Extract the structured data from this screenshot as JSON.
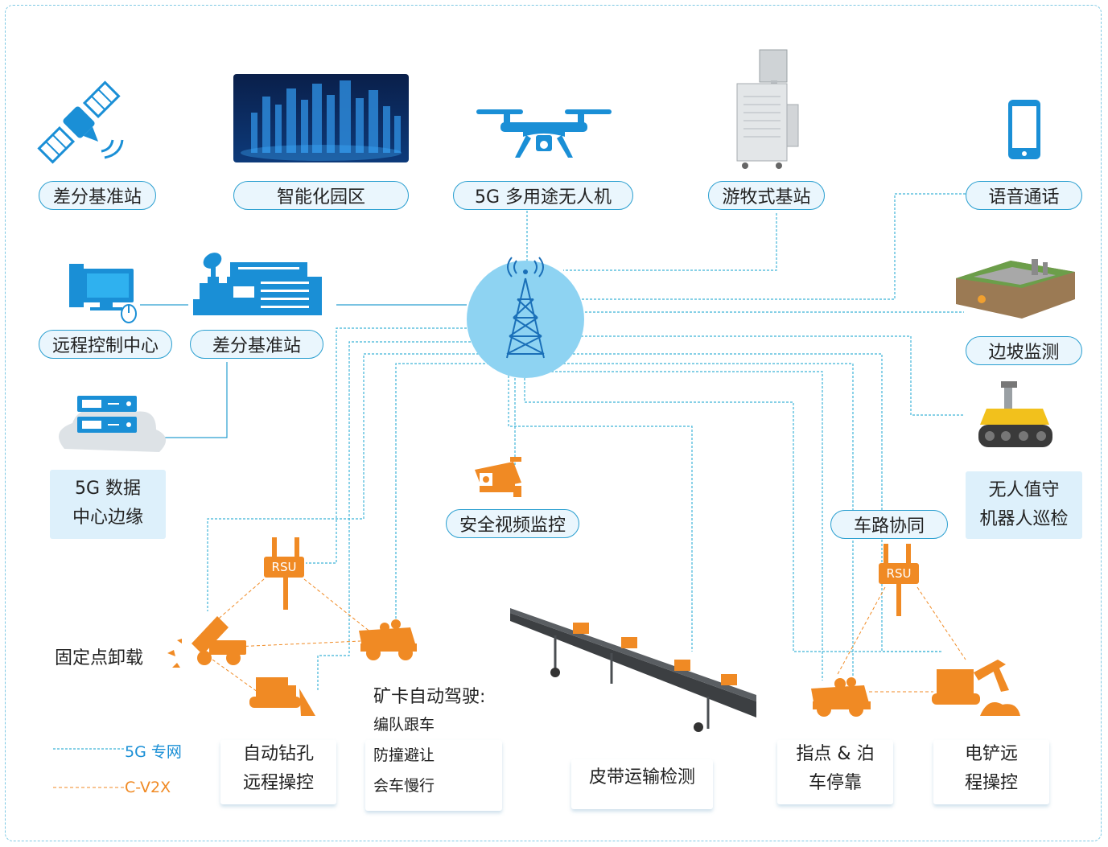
{
  "top_nodes": {
    "diff_station_1": "差分基准站",
    "smart_park": "智能化园区",
    "drone": "5G 多用途无人机",
    "mobile_station": "游牧式基站",
    "voice_call": "语音通话"
  },
  "left_nodes": {
    "remote_center": "远程控制中心",
    "diff_station_2": "差分基准站",
    "data_edge_line1": "5G 数据",
    "data_edge_line2": "中心边缘"
  },
  "right_nodes": {
    "slope_monitor": "边坡监测",
    "robot_line1": "无人值守",
    "robot_line2": "机器人巡检",
    "v2x_road": "车路协同"
  },
  "center_nodes": {
    "video_monitor": "安全视频监控"
  },
  "rsu_label": "RSU",
  "bottom": {
    "fixed_unload": "固定点卸载",
    "drill_line1": "自动钻孔",
    "drill_line2": "远程操控",
    "truck_title": "矿卡自动驾驶:",
    "truck_item1": "编队跟车",
    "truck_item2": "防撞避让",
    "truck_item3": "会车慢行",
    "belt": "皮带运输检测",
    "park_line1": "指点 & 泊",
    "park_line2": "车停靠",
    "shovel_line1": "电铲远",
    "shovel_line2": "程操控"
  },
  "legend": {
    "net5g": "5G 专网",
    "cv2x": "C-V2X"
  },
  "colors": {
    "net5g": "#3fb4d8",
    "cv2x": "#f08a24",
    "tower_bg": "#8ed3f2",
    "icon_blue": "#1a8fd6"
  }
}
